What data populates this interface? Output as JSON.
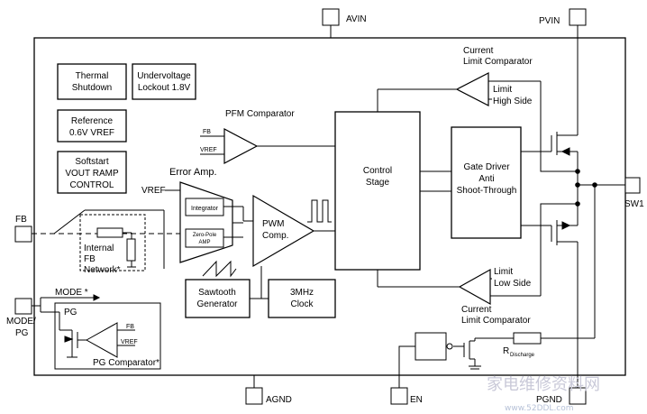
{
  "pins": {
    "avin": "AVIN",
    "pvin": "PVIN",
    "sw1": "SW1",
    "fb": "FB",
    "mode_pg_1": "MODE/",
    "mode_pg_2": "PG",
    "agnd": "AGND",
    "en": "EN",
    "pgnd": "PGND"
  },
  "blocks": {
    "thermal_1": "Thermal",
    "thermal_2": "Shutdown",
    "uvlo_1": "Undervoltage",
    "uvlo_2": "Lockout 1.8V",
    "ref_1": "Reference",
    "ref_2": "0.6V VREF",
    "soft_1": "Softstart",
    "soft_2": "VOUT RAMP",
    "soft_3": "CONTROL",
    "control_1": "Control",
    "control_2": "Stage",
    "gate_1": "Gate Driver",
    "gate_2": "Anti",
    "gate_3": "Shoot-Through",
    "pwm_1": "PWM",
    "pwm_2": "Comp.",
    "saw_1": "Sawtooth",
    "saw_2": "Generator",
    "clk_1": "3MHz",
    "clk_2": "Clock",
    "integrator": "Integrator",
    "zp_1": "Zero-Pole",
    "zp_2": "AMP"
  },
  "labels": {
    "pfm_comparator": "PFM Comparator",
    "pfm_fb": "FB",
    "pfm_vref": "VREF",
    "error_amp": "Error Amp.",
    "vref": "VREF",
    "internal_fb_1": "Internal",
    "internal_fb_2": "FB",
    "internal_fb_3": "Network*",
    "clc_top_1": "Current",
    "clc_top_2": "Limit Comparator",
    "limit_hs_1": "Limit",
    "limit_hs_2": "High Side",
    "clc_bot_1": "Current",
    "clc_bot_2": "Limit Comparator",
    "limit_ls_1": "Limit",
    "limit_ls_2": "Low Side",
    "mode_star": "MODE *",
    "pg": "PG",
    "pg_fb": "FB",
    "pg_vref": "VREF",
    "pg_comparator": "PG Comparator*",
    "r_main": "R",
    "r_sub": "Discharge"
  },
  "watermark": {
    "cn": "家电维修资料网",
    "url": "www.52DDL.com"
  }
}
